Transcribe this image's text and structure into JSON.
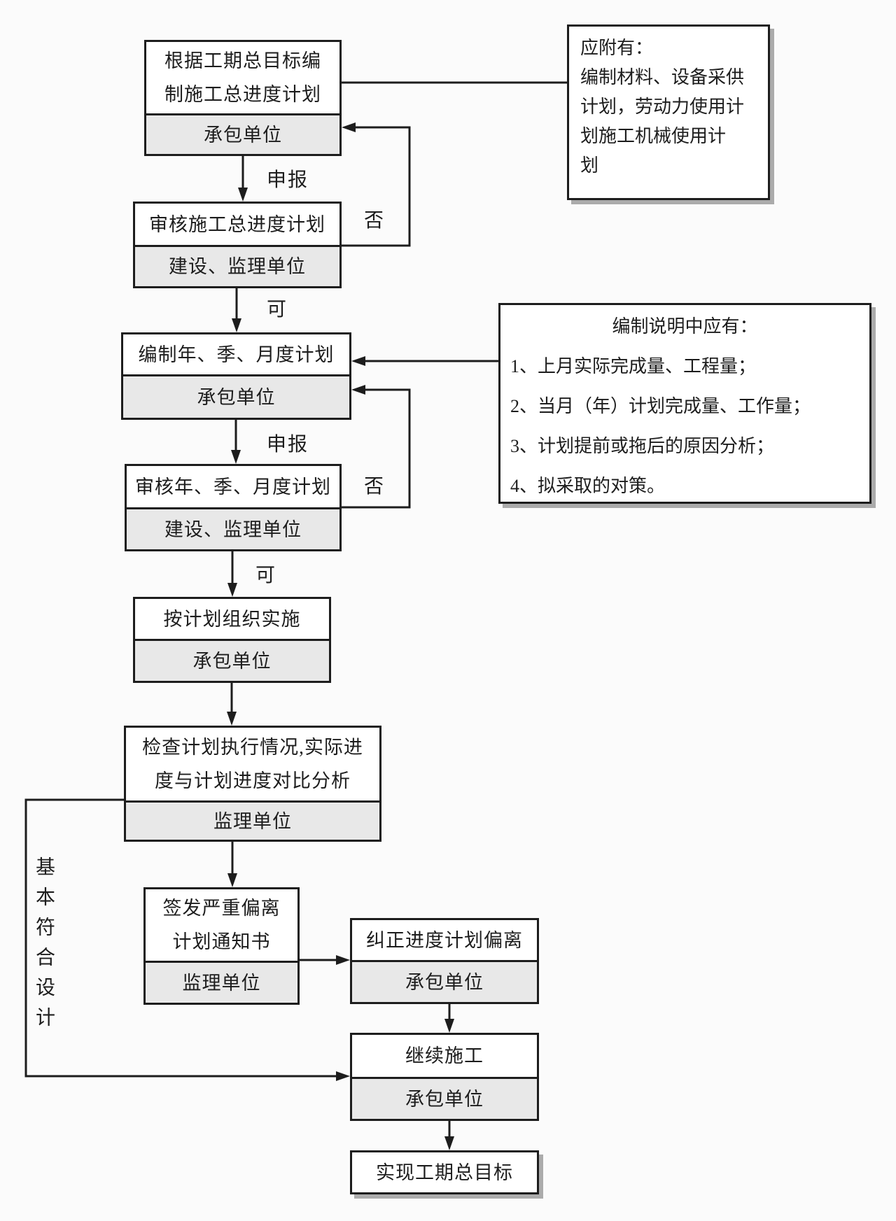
{
  "flowchart": {
    "boxes": {
      "b1": {
        "title": "根据工期总目标编\n制施工总进度计划",
        "org": "承包单位"
      },
      "b2": {
        "title": "审核施工总进度计划",
        "org": "建设、监理单位"
      },
      "b3": {
        "title": "编制年、季、月度计划",
        "org": "承包单位"
      },
      "b4": {
        "title": "审核年、季、月度计划",
        "org": "建设、监理单位"
      },
      "b5": {
        "title": "按计划组织实施",
        "org": "承包单位"
      },
      "b6": {
        "title": "检查计划执行情况,实际进\n度与计划进度对比分析",
        "org": "监理单位"
      },
      "b7": {
        "title": "签发严重偏离\n计划通知书",
        "org": "监理单位"
      },
      "b8": {
        "title": "纠正进度计划偏离",
        "org": "承包单位"
      },
      "b9": {
        "title": "继续施工",
        "org": "承包单位"
      },
      "b10": {
        "title": "实现工期总目标"
      }
    },
    "notes": {
      "attachments": {
        "text": "应附有：\n编制材料、设备采供\n计划，劳动力使用计\n划施工机械使用计\n划"
      },
      "explanation": {
        "title": "编制说明中应有：",
        "items": {
          "i1": "1、上月实际完成量、工程量；",
          "i2": "2、当月（年）计划完成量、工作量；",
          "i3": "3、计划提前或拖后的原因分析；",
          "i4": "4、拟采取的对策。"
        }
      }
    },
    "edge_labels": {
      "declare1": "申报",
      "no1": "否",
      "yes1": "可",
      "declare2": "申报",
      "no2": "否",
      "yes2": "可",
      "side_condition": "基本符合设计"
    },
    "colors": {
      "line": "#1d1d1d",
      "org_fill": "#e8e8e8",
      "note_shadow": "#ababab",
      "background": "#fbfbfb"
    }
  }
}
